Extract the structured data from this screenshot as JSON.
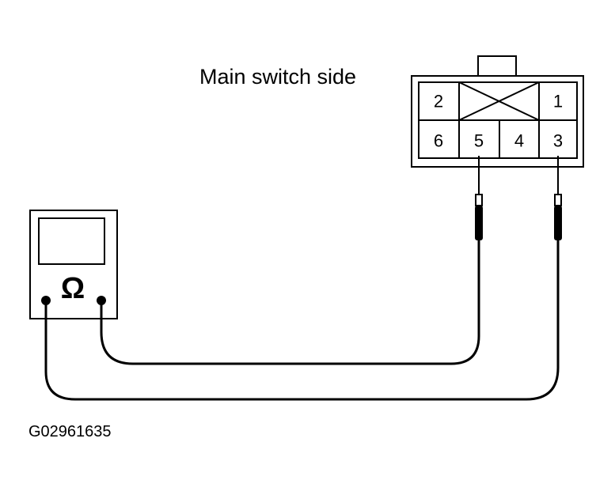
{
  "title": "Main switch side",
  "figure_code": "G02961635",
  "meter": {
    "symbol": "Ω",
    "icon": "ohmmeter-icon"
  },
  "connector": {
    "top_row": [
      "2",
      "",
      "1"
    ],
    "bottom_row": [
      "6",
      "5",
      "4",
      "3"
    ]
  },
  "colors": {
    "ink": "#000000",
    "paper": "#ffffff"
  }
}
